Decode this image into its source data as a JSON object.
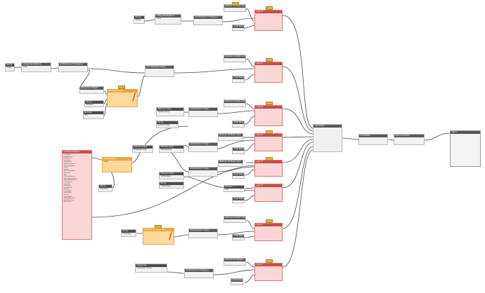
{
  "nodes": {
    "str_sheets": {
      "title": "String",
      "value": "Sheets"
    },
    "cat_sheets": {
      "title": "Categories.ByName",
      "port": "name"
    },
    "all_cat_sheets": {
      "title": "All Elements of Category"
    },
    "rem_null_1": {
      "title": "Remove All NULL Links"
    },
    "logic_1": {
      "title": "Logic.IF"
    },
    "code_1": {
      "title": "Code Block"
    },
    "str_views": {
      "title": "String",
      "value": "Views"
    },
    "cat_views": {
      "title": "Categories.ByName",
      "port": "name"
    },
    "all_cat_views": {
      "title": "All Elements of Category"
    },
    "rem_null_2": {
      "title": "Remove All NULL Links"
    },
    "logic_2": {
      "title": "Logic.IF"
    },
    "list_filter": {
      "title": "List.FilterByBoolMask"
    },
    "code_2": {
      "title": "Code Block"
    },
    "str_from_obj": {
      "title": "String from Object"
    },
    "str_contains": {
      "title": "String.Contains"
    },
    "str_template": {
      "title": "String",
      "value": "Template"
    },
    "bool_1": {
      "title": "Boolean",
      "value": "True"
    },
    "el_types_1": {
      "title": "Element Types",
      "value": "ViewFamilyType"
    },
    "all_types_1": {
      "title": "All Elements of Type"
    },
    "str_1": {
      "title": "String",
      "value": "ViewFamilyType"
    },
    "rem_null_3": {
      "title": "Remove All NULL Links"
    },
    "logic_3": {
      "title": "Logic.IF"
    },
    "code_3": {
      "title": "Code Block"
    },
    "list_create": {
      "title": "List.Create"
    },
    "list_flatten": {
      "title": "List.Flatten"
    },
    "element_delete": {
      "title": "Element.Delete"
    },
    "watch": {
      "title": "Watch"
    },
    "dropdown": {
      "title": "Ux.ElementTypes",
      "items": [
        "LineStyles",
        "LinePatterns",
        "FillPatterns",
        "TextNotes",
        "Dimensions",
        "SpotDimensions",
        "ViewTemplates",
        "Filters",
        "Scopes",
        "RevisionClouds",
        "Materials",
        "Tags",
        "CustomPatterns",
        "ProjectParameters",
        "SharedParameters",
        "FamilyTypes",
        "Legends",
        "Schedules",
        "DetailItems",
        "Imports",
        "LinkedFiles",
        "SunStudies",
        "Phases",
        "ImageTypes",
        "AnalysisResults",
        "AreaSchemes",
        "SheetLists"
      ]
    },
    "ftype": {
      "title": "Family.ByType",
      "value": "Family"
    },
    "str_2": {
      "title": "String",
      "value": "DetailItem"
    },
    "el_types_2": {
      "title": "Element Types",
      "value": "FilledRegionType"
    },
    "el_types_3": {
      "title": "Element Types",
      "value": "FillPatternType"
    },
    "all_types_2": {
      "title": "All Elements of Type"
    },
    "rem_null_4": {
      "title": "Remove All NULL Links"
    },
    "logic_4": {
      "title": "Logic.IF"
    },
    "code_4": {
      "title": "Code Block"
    },
    "rem_null_5": {
      "title": "Remove All NULL Links"
    },
    "logic_5": {
      "title": "Logic.IF"
    },
    "code_5": {
      "title": "Code Block"
    },
    "el_types_4": {
      "title": "Element Types",
      "value": "TextNoteType"
    },
    "str_3": {
      "title": "String",
      "value": "TextNoteType"
    },
    "all_types_3": {
      "title": "All Elements of Type"
    },
    "bool_2": {
      "title": "Boolean",
      "value": "True"
    },
    "logic_6": {
      "title": "Logic.IF"
    },
    "code_6": {
      "title": "Code Block"
    },
    "str_4": {
      "title": "String",
      "value": "Dimension"
    },
    "el_type_bys": {
      "title": "Element.Type.ByName"
    },
    "all_types_4": {
      "title": "All Elements of Type"
    },
    "rem_null_6": {
      "title": "Remove All NULL Links"
    },
    "logic_7": {
      "title": "Logic.IF"
    },
    "code_7": {
      "title": "Code Block"
    },
    "categories_bottom": {
      "title": "Categories",
      "value": "Coordination Model"
    },
    "all_cat_bottom": {
      "title": "All Elements of Category"
    },
    "rem_imports": {
      "title": "Remove All Imports"
    },
    "logic_8": {
      "title": "Logic.IF"
    },
    "code_8": {
      "title": "Code Block"
    }
  }
}
